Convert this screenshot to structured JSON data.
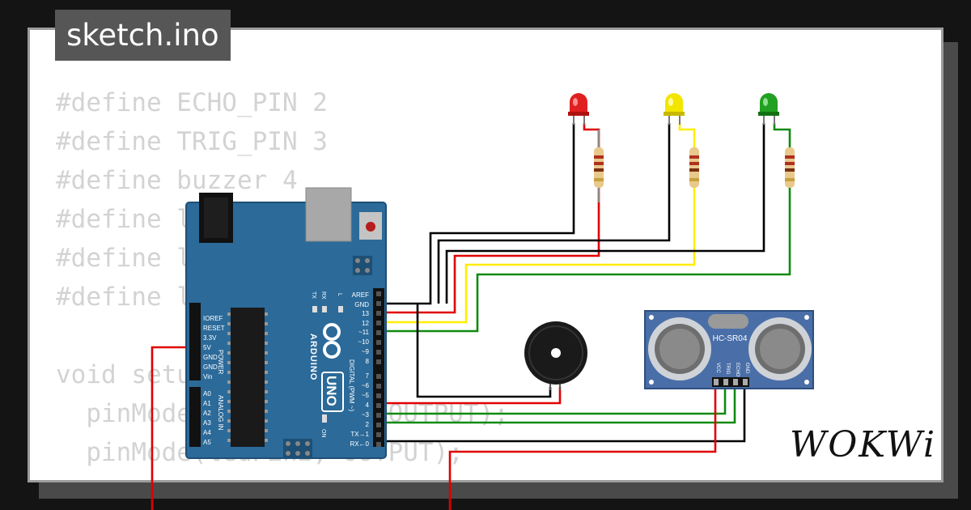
{
  "file_tab": {
    "title": "sketch.ino"
  },
  "code_lines": [
    "#define ECHO_PIN 2",
    "#define TRIG_PIN 3",
    "#define buzzer 4",
    "#define l",
    "#define l",
    "#define l",
    "",
    "void setu",
    "  pinMode(            OUTPUT);",
    "  pinMode(ledPin2, OUTPUT);"
  ],
  "brand": {
    "name": "WOKWi"
  },
  "board": {
    "brand": "ARDUINO",
    "model": "UNO",
    "labels": {
      "aref": "AREF",
      "gnd": "GND",
      "d13": "13",
      "d12": "12",
      "d11": "~11",
      "d10": "~10",
      "d9": "~9",
      "d8": "8",
      "d7": "7",
      "d6": "~6",
      "d5": "~5",
      "d4": "4",
      "d3": "~3",
      "d2": "2",
      "tx": "TX→1",
      "rx": "RX←0",
      "ioref": "IOREF",
      "reset": "RESET",
      "v33": "3.3V",
      "v5": "5V",
      "gnd1": "GND",
      "gnd2": "GND",
      "vin": "Vin",
      "a0": "A0",
      "a1": "A1",
      "a2": "A2",
      "a3": "A3",
      "a4": "A4",
      "a5": "A5",
      "power": "POWER",
      "analog": "ANALOG IN",
      "digital": "DIGITAL (PWM ~)",
      "led_tx": "TX",
      "led_rx": "RX",
      "led_l": "L",
      "on": "ON"
    }
  },
  "sensor": {
    "model": "HC-SR04",
    "pins": [
      "VCC",
      "TRIG",
      "ECHO",
      "GND"
    ]
  },
  "leds": [
    {
      "color": "red",
      "hex": "#e02020"
    },
    {
      "color": "yellow",
      "hex": "#f2e600"
    },
    {
      "color": "green",
      "hex": "#22a022"
    }
  ],
  "wire_colors": {
    "black": "#000000",
    "red": "#e00000",
    "yellow": "#ffee00",
    "green": "#108a10"
  }
}
